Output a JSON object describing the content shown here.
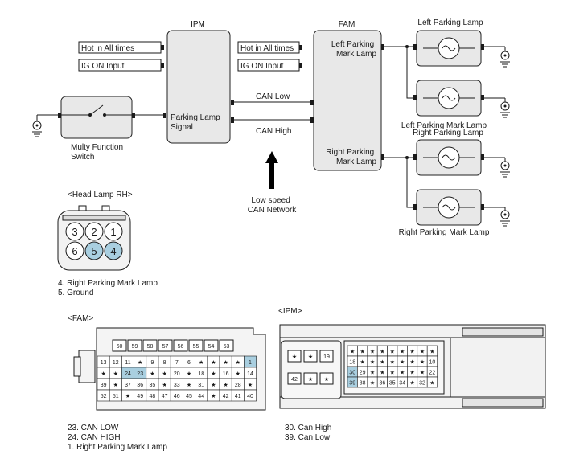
{
  "modules": {
    "ipm_title": "IPM",
    "fam_title": "FAM",
    "ipm_signal": "Parking Lamp Signal",
    "fam_left": "Left Parking Mark Lamp",
    "fam_right": "Right Parking Mark Lamp",
    "switch_name": "Multy Function Switch"
  },
  "inputs": {
    "ipm_hot": "Hot in All times",
    "ipm_ig": "IG ON Input",
    "fam_hot": "Hot in All times",
    "fam_ig": "IG ON Input"
  },
  "can": {
    "low": "CAN Low",
    "high": "CAN High",
    "network": "Low speed CAN Network"
  },
  "lamps": {
    "left_parking": "Left Parking Lamp",
    "left_mark": "Left Parking Mark Lamp",
    "right_parking": "Right Parking Lamp",
    "right_mark": "Right Parking Mark Lamp"
  },
  "headlamp": {
    "title": "<Head Lamp RH>",
    "pins_top": [
      "3",
      "2",
      "1"
    ],
    "pins_bottom": [
      "6",
      "5",
      "4"
    ],
    "highlighted": [
      "5",
      "4"
    ],
    "notes": [
      "4. Right Parking Mark Lamp",
      "5. Ground"
    ]
  },
  "fam_connector": {
    "title": "<FAM>",
    "top_row": [
      "60",
      "59",
      "58",
      "57",
      "56",
      "55",
      "54",
      "53"
    ],
    "rows": [
      [
        "13",
        "12",
        "11",
        "★",
        "9",
        "8",
        "7",
        "6",
        "★",
        "★",
        "★",
        "★",
        "1"
      ],
      [
        "★",
        "★",
        "24",
        "23",
        "★",
        "★",
        "20",
        "★",
        "18",
        "★",
        "16",
        "★",
        "14"
      ],
      [
        "39",
        "★",
        "37",
        "36",
        "35",
        "★",
        "33",
        "★",
        "31",
        "★",
        "★",
        "28",
        "★"
      ],
      [
        "52",
        "51",
        "★",
        "49",
        "48",
        "47",
        "46",
        "45",
        "44",
        "★",
        "42",
        "41",
        "40"
      ]
    ],
    "highlighted": [
      "1",
      "24",
      "23"
    ],
    "notes": [
      "23. CAN LOW",
      "24. CAN HIGH",
      "1. Right Parking Mark Lamp"
    ]
  },
  "ipm_connector": {
    "title": "<IPM>",
    "left_top": [
      "★",
      "★",
      "19"
    ],
    "left_bottom": [
      "42",
      "★",
      "★"
    ],
    "rows": [
      [
        "★",
        "★",
        "★",
        "★",
        "★",
        "★",
        "★",
        "★",
        "★"
      ],
      [
        "18",
        "★",
        "★",
        "★",
        "★",
        "★",
        "★",
        "★",
        "10"
      ],
      [
        "30",
        "29",
        "★",
        "★",
        "★",
        "★",
        "★",
        "★",
        "22"
      ],
      [
        "39",
        "38",
        "★",
        "36",
        "35",
        "34",
        "★",
        "32",
        "★"
      ]
    ],
    "highlighted": [
      "30",
      "39"
    ],
    "notes": [
      "30. Can High",
      "39. Can Low"
    ]
  },
  "colors": {
    "module_fill": "#e8e8e8",
    "highlight": "#a9cfe0",
    "connector_fill": "#eeeeee"
  }
}
